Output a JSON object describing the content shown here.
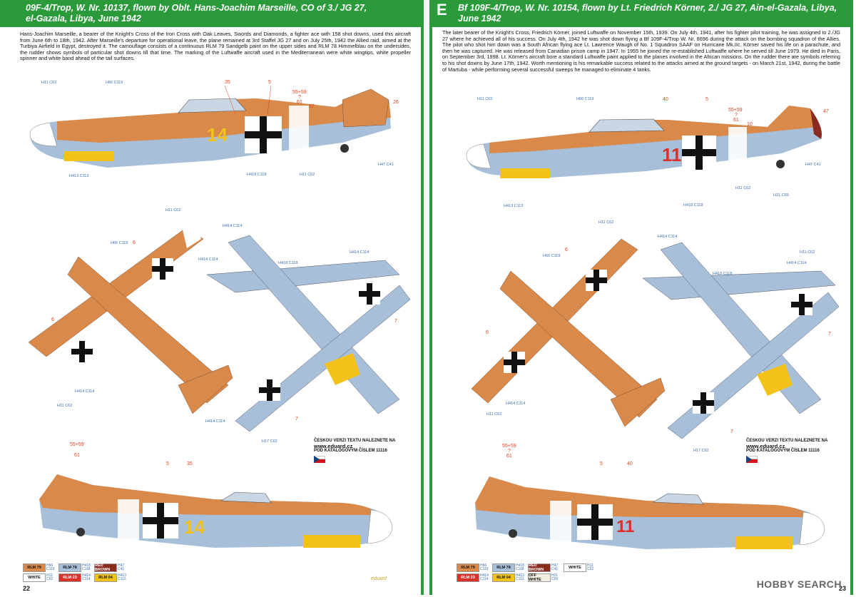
{
  "left": {
    "title": "09F-4/Trop, W. Nr. 10137, flown by Oblt. Hans-Joachim Marseille, CO of 3./ JG 27, el-Gazala, Libya, June 1942",
    "title_line1": "09F-4/Trop, W. Nr. 10137, flown by Oblt. Hans-Joachim Marseille, CO of 3./ JG 27,",
    "title_line2": "el-Gazala, Libya, June 1942",
    "text": "Hans-Joachim Marseille, a bearer of the Knight's Cross of the Iron Cross with Oak Leaves, Swords and Diamonds, a fighter ace with 158 shot downs, used this aircraft from June 6th to 18th, 1942. After Marseille's departure for operational leave, the plane remained at 3rd Staffel JG 27 and on July 25th, 1942 the Allied raid, aimed at the Turbiya Airfield in Egypt, destroyed it. The camouflage consists of a continuous RLM 79 Sandgelb paint on the upper sides and RLM 78 Himmelblau on the undersides, the rudder shows symbols of particular shot downs till that time. The marking of the Luftwaffe aircraft used in the Mediterranean were white wingtips, white propeller spinner and white band ahead of the tail surfaces.",
    "page_number": "22",
    "fuselage_number": "14",
    "czech_note_1": "ČESKOU VERZI TEXTU NALEZNETE NA",
    "czech_note_url": "www.eduard.cz",
    "czech_note_2": "POD KATALOGOVÝM ČÍSLEM 11116",
    "callouts_top": [
      "35",
      "5",
      "55+59",
      "?",
      "61",
      "57",
      "26"
    ],
    "callouts_plan": [
      "6",
      "6",
      "7",
      "7"
    ],
    "callouts_bottom": [
      "55+59",
      "61",
      "5",
      "35"
    ],
    "codes": [
      "H11 C62",
      "H66 C119",
      "H418 C118",
      "H11 C62",
      "H47 C41",
      "H413 C113",
      "H11 C62",
      "H66 C119",
      "H414 C114",
      "H414 C114",
      "H418 C118",
      "H414 C114",
      "H17 C62",
      "H11 C62",
      "H414 C114",
      "H414 C114"
    ],
    "legend": [
      {
        "name": "RLM 79",
        "code": "H66 C119",
        "color": "#d9894a",
        "text": "#111"
      },
      {
        "name": "RLM 78",
        "code": "H418 C118",
        "color": "#a7bfd8",
        "text": "#111"
      },
      {
        "name": "RED BROWN",
        "code": "H47 C41",
        "color": "#8b2a1f",
        "text": "#fff"
      },
      {
        "name": "WHITE",
        "code": "H11 C62",
        "color": "#ffffff",
        "text": "#111"
      },
      {
        "name": "RLM 23",
        "code": "H414 C114",
        "color": "#d8322a",
        "text": "#fff"
      },
      {
        "name": "RLM 04",
        "code": "H413 C113",
        "color": "#f2c21a",
        "text": "#111"
      }
    ]
  },
  "right": {
    "letter": "E",
    "title_line1": "Bf 109F-4/Trop, W. Nr. 10154, flown by Lt. Friedrich Körner, 2./ JG 27, Ain-el-Gazala, Libya,",
    "title_line2": "June 1942",
    "text": "The later bearer of the Knight's Cross, Friedrich Körner, joined Luftwaffe on November 15th, 1939. On July 4th, 1941, after his fighter pilot training, he was assigned to 2./JG 27 where he achieved all of his success. On July 4th, 1942 he was shot down flying a Bf 109F-4/Trop W. Nr. 8696 during the attack on the bombing squadron of the Allies. The pilot who shot him down was a South African flying ace Lt. Lawrence Waugh of No. 1 Squadron SAAF on Hurricane Mk.IIc. Körner saved his life on a parachute, and then he was captured. He was released from Canadian prison camp in 1947. In 1955 he joined the re-established Luftwaffe where he served till June 1979. He died in Paris, on September 3rd, 1998. Lt. Körner's aircraft bore a standard Luftwaffe paint applied to the planes involved in the African missions. On the rudder there are symbols referring to his shot downs by June 17th, 1942. Worth mentioning is his remarkable success related to the attacks aimed at the ground targets - on March 21st, 1942, during the battle of Martuba - while performing several successful sweeps he managed to eliminate 4 tanks.",
    "page_number": "23",
    "fuselage_number": "11",
    "czech_note_1": "ČESKOU VERZI TEXTU NALEZNETE NA",
    "czech_note_url": "www.eduard.cz",
    "czech_note_2": "POD KATALOGOVÝM ČÍSLEM 11116",
    "callouts_top": [
      "40",
      "5",
      "55+59",
      "?",
      "61",
      "10",
      "47"
    ],
    "callouts_plan": [
      "6",
      "6",
      "7",
      "7"
    ],
    "callouts_bottom": [
      "55+59",
      "?",
      "61",
      "5",
      "40"
    ],
    "codes": [
      "H11 C62",
      "H66 C119",
      "H413 C113",
      "H418 C118",
      "H11 C62",
      "H21 C69",
      "H47 C41",
      "H11 C62",
      "H66 C119",
      "H414 C114",
      "H418 C118",
      "H414 C114",
      "H11 C62",
      "H414 C114",
      "H11 C62",
      "H17 C62"
    ],
    "legend": [
      {
        "name": "RLM 79",
        "code": "H66 C119",
        "color": "#d9894a",
        "text": "#111"
      },
      {
        "name": "RLM 78",
        "code": "H418 C118",
        "color": "#a7bfd8",
        "text": "#111"
      },
      {
        "name": "RED BROWN",
        "code": "H47 C41",
        "color": "#8b2a1f",
        "text": "#fff"
      },
      {
        "name": "WHITE",
        "code": "H11 C62",
        "color": "#ffffff",
        "text": "#111"
      },
      {
        "name": "RLM 23",
        "code": "H414 C114",
        "color": "#d8322a",
        "text": "#fff"
      },
      {
        "name": "RLM 04",
        "code": "H413 C113",
        "color": "#f2c21a",
        "text": "#111"
      },
      {
        "name": "OFF WHITE",
        "code": "H21 C69",
        "color": "#f3efe0",
        "text": "#111"
      }
    ]
  },
  "brand": "eduard",
  "watermark_site": "HOBBY SEARCH",
  "colors": {
    "sand": "#d9894a",
    "blue": "#a7bfd8",
    "green_band": "#2b9a3b",
    "yellow": "#f2c21a",
    "red": "#d8322a"
  }
}
